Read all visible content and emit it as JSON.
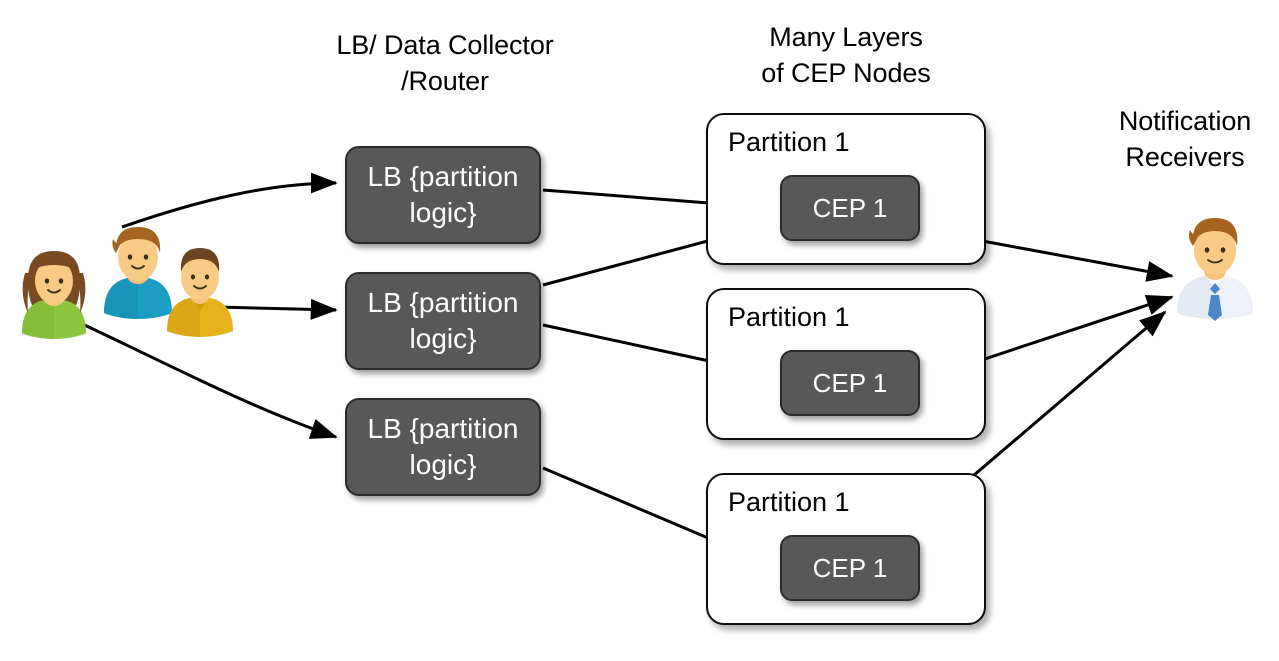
{
  "diagram": {
    "title": "CEP partitioned scaling architecture",
    "background": "#ffffff"
  },
  "captions": {
    "lb_column": "LB/ Data Collector\n/Router",
    "cep_column": "Many Layers\nof CEP Nodes",
    "receivers": "Notification\nReceivers"
  },
  "colors": {
    "node_fill": "#585858",
    "node_border": "#2b2b2b",
    "node_text": "#ffffff",
    "partition_fill": "#ffffff",
    "partition_border": "#0d0d0d",
    "arrow": "#000000",
    "shirt_green": "#8cc63f",
    "shirt_blue": "#1b9dc4",
    "shirt_yellow": "#e8b21c",
    "shirt_white": "#eef1f7",
    "tie_blue": "#4a86c8",
    "skin": "#f5c276",
    "hair_brown": "#8a5a2b"
  },
  "lb_nodes": [
    {
      "label": "LB {partition\nlogic}"
    },
    {
      "label": "LB {partition\nlogic}"
    },
    {
      "label": "LB {partition\nlogic}"
    }
  ],
  "partitions": [
    {
      "label": "Partition 1",
      "cep": "CEP 1"
    },
    {
      "label": "Partition 1",
      "cep": "CEP 1"
    },
    {
      "label": "Partition 1",
      "cep": "CEP 1"
    }
  ],
  "actors": {
    "senders": [
      {
        "name": "user-green",
        "shirt": "#8cc63f"
      },
      {
        "name": "user-blue",
        "shirt": "#1b9dc4"
      },
      {
        "name": "user-yellow",
        "shirt": "#e8b21c"
      }
    ],
    "receiver": {
      "name": "notification-receiver",
      "shirt": "#eef1f7",
      "tie": "#4a86c8"
    }
  },
  "connections": [
    {
      "from": "user-blue",
      "to": "lb-1"
    },
    {
      "from": "user-yellow",
      "to": "lb-2"
    },
    {
      "from": "user-green",
      "to": "lb-3"
    },
    {
      "from": "lb-1",
      "to": "cep-1"
    },
    {
      "from": "lb-2",
      "to": "cep-1"
    },
    {
      "from": "lb-2",
      "to": "cep-2"
    },
    {
      "from": "lb-3",
      "to": "cep-3"
    },
    {
      "from": "cep-1",
      "to": "notification-receiver"
    },
    {
      "from": "cep-2",
      "to": "notification-receiver"
    },
    {
      "from": "cep-3",
      "to": "notification-receiver"
    }
  ]
}
